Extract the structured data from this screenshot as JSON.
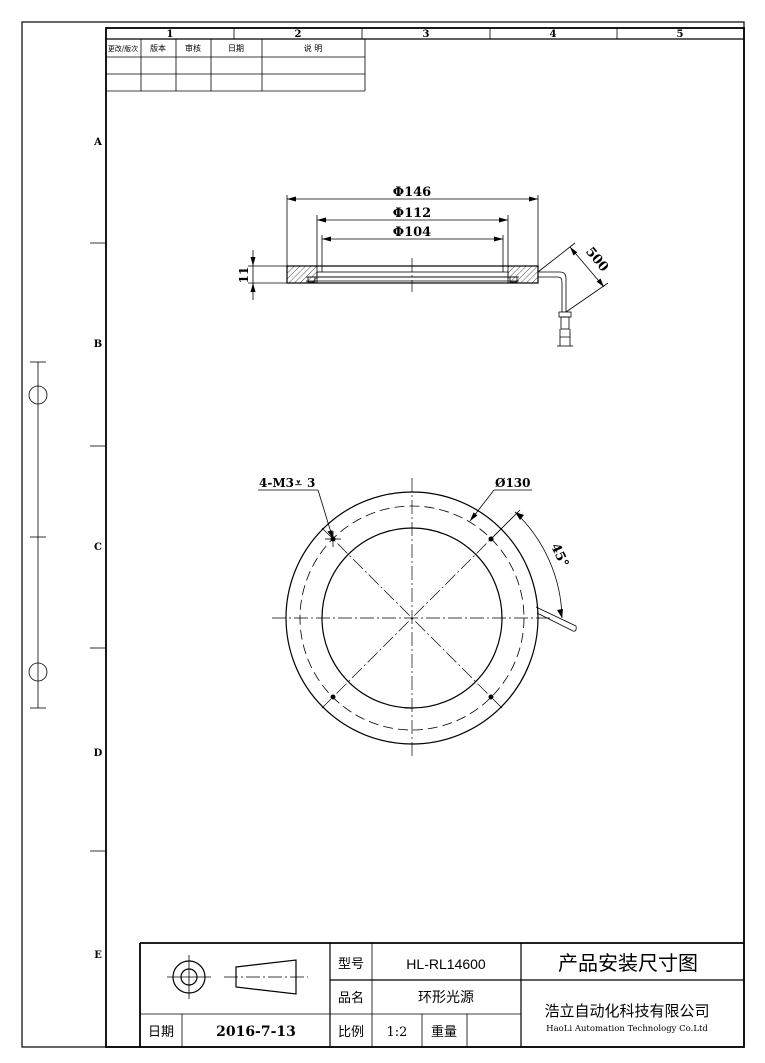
{
  "grid": {
    "columns": [
      "1",
      "2",
      "3",
      "4",
      "5"
    ],
    "rows": [
      "A",
      "B",
      "C",
      "D",
      "E"
    ]
  },
  "revision_table": {
    "headers": [
      "更改/版次",
      "版本",
      "审核",
      "日期",
      "说 明"
    ]
  },
  "side_view": {
    "dim_outer": "Φ146",
    "dim_mid": "Φ112",
    "dim_inner": "Φ104",
    "dim_height": "11",
    "dim_cable": "500"
  },
  "top_view": {
    "thread_note": "4-M3",
    "thread_depth": "3",
    "pitch_diameter": "Ø130",
    "angle": "45°"
  },
  "title_block": {
    "model_label": "型号",
    "model_value": "HL-RL14600",
    "name_label": "品名",
    "name_value": "环形光源",
    "date_label": "日期",
    "date_value": "2016-7-13",
    "scale_label": "比例",
    "scale_value": "1:2",
    "weight_label": "重量",
    "weight_value": "",
    "drawing_title": "产品安装尺寸图",
    "company_cn": "浩立自动化科技有限公司",
    "company_en": "HaoLi Automation Technology Co.Ltd"
  }
}
